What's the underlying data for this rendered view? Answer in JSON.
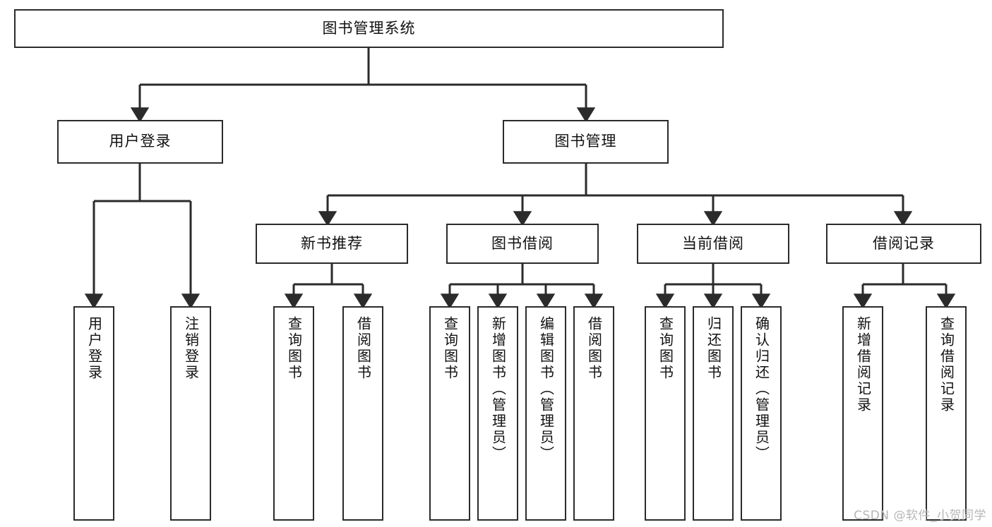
{
  "diagram": {
    "title": "图书管理系统",
    "type": "function-structure-tree",
    "background_color": "#ffffff",
    "line_color": "#2b2b2b",
    "box_border_color": "#2b2b2b",
    "box_fill_color": "#ffffff",
    "text_color": "#111111"
  },
  "root": {
    "label": "图书管理系统"
  },
  "level2": [
    {
      "label": "用户登录"
    },
    {
      "label": "图书管理"
    }
  ],
  "level3": [
    {
      "label": "新书推荐"
    },
    {
      "label": "图书借阅"
    },
    {
      "label": "当前借阅"
    },
    {
      "label": "借阅记录"
    }
  ],
  "leaves": {
    "user_login": [
      {
        "label": "用户登录"
      },
      {
        "label": "注销登录"
      }
    ],
    "new_book_recommend": [
      {
        "label": "查询图书"
      },
      {
        "label": "借阅图书"
      }
    ],
    "book_borrow": [
      {
        "label": "查询图书"
      },
      {
        "label": "新增图书（管理员）"
      },
      {
        "label": "编辑图书（管理员）"
      },
      {
        "label": "借阅图书"
      }
    ],
    "current_borrow": [
      {
        "label": "查询图书"
      },
      {
        "label": "归还图书"
      },
      {
        "label": "确认归还（管理员）"
      }
    ],
    "borrow_record": [
      {
        "label": "新增借阅记录"
      },
      {
        "label": "查询借阅记录"
      }
    ]
  },
  "watermark": {
    "text": "CSDN @软件_小贺同学"
  }
}
